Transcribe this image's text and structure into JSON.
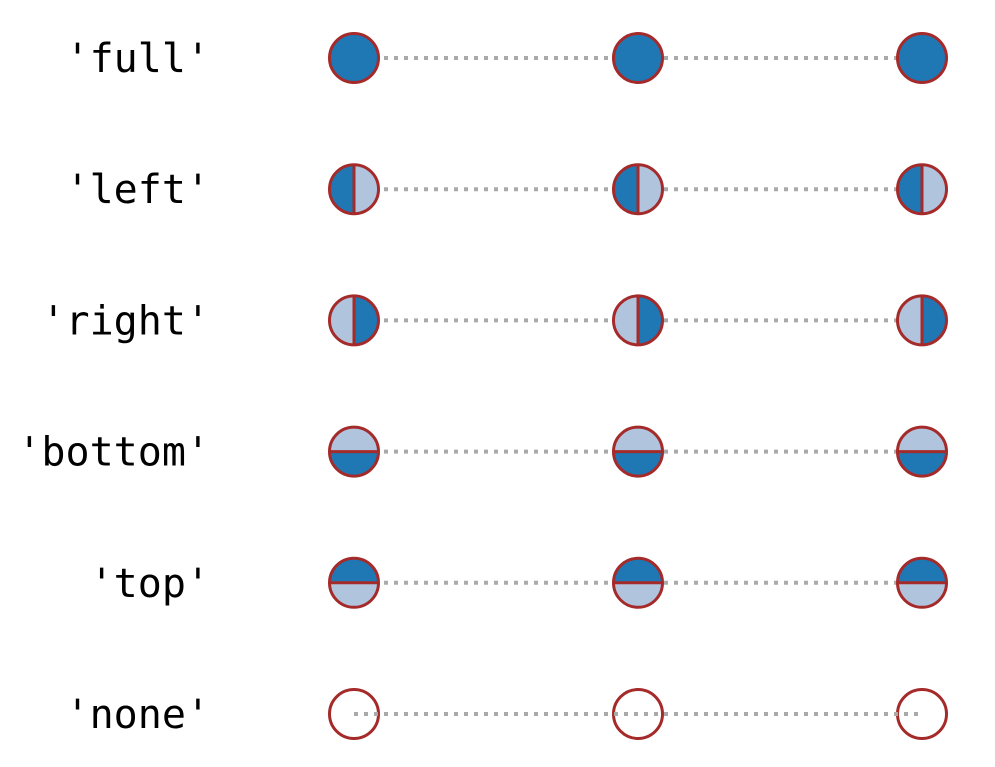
{
  "chart_data": {
    "type": "scatter",
    "title": "",
    "marker_colors": {
      "face": "#1f77b4",
      "alt_face": "#b0c4de",
      "edge": "#a52a2a",
      "line": "#aaaaaa"
    },
    "x": [
      0,
      1,
      2
    ],
    "rows": [
      {
        "label": "'full'",
        "fillstyle": "full"
      },
      {
        "label": "'left'",
        "fillstyle": "left"
      },
      {
        "label": "'right'",
        "fillstyle": "right"
      },
      {
        "label": "'bottom'",
        "fillstyle": "bottom"
      },
      {
        "label": "'top'",
        "fillstyle": "top"
      },
      {
        "label": "'none'",
        "fillstyle": "none"
      }
    ]
  }
}
